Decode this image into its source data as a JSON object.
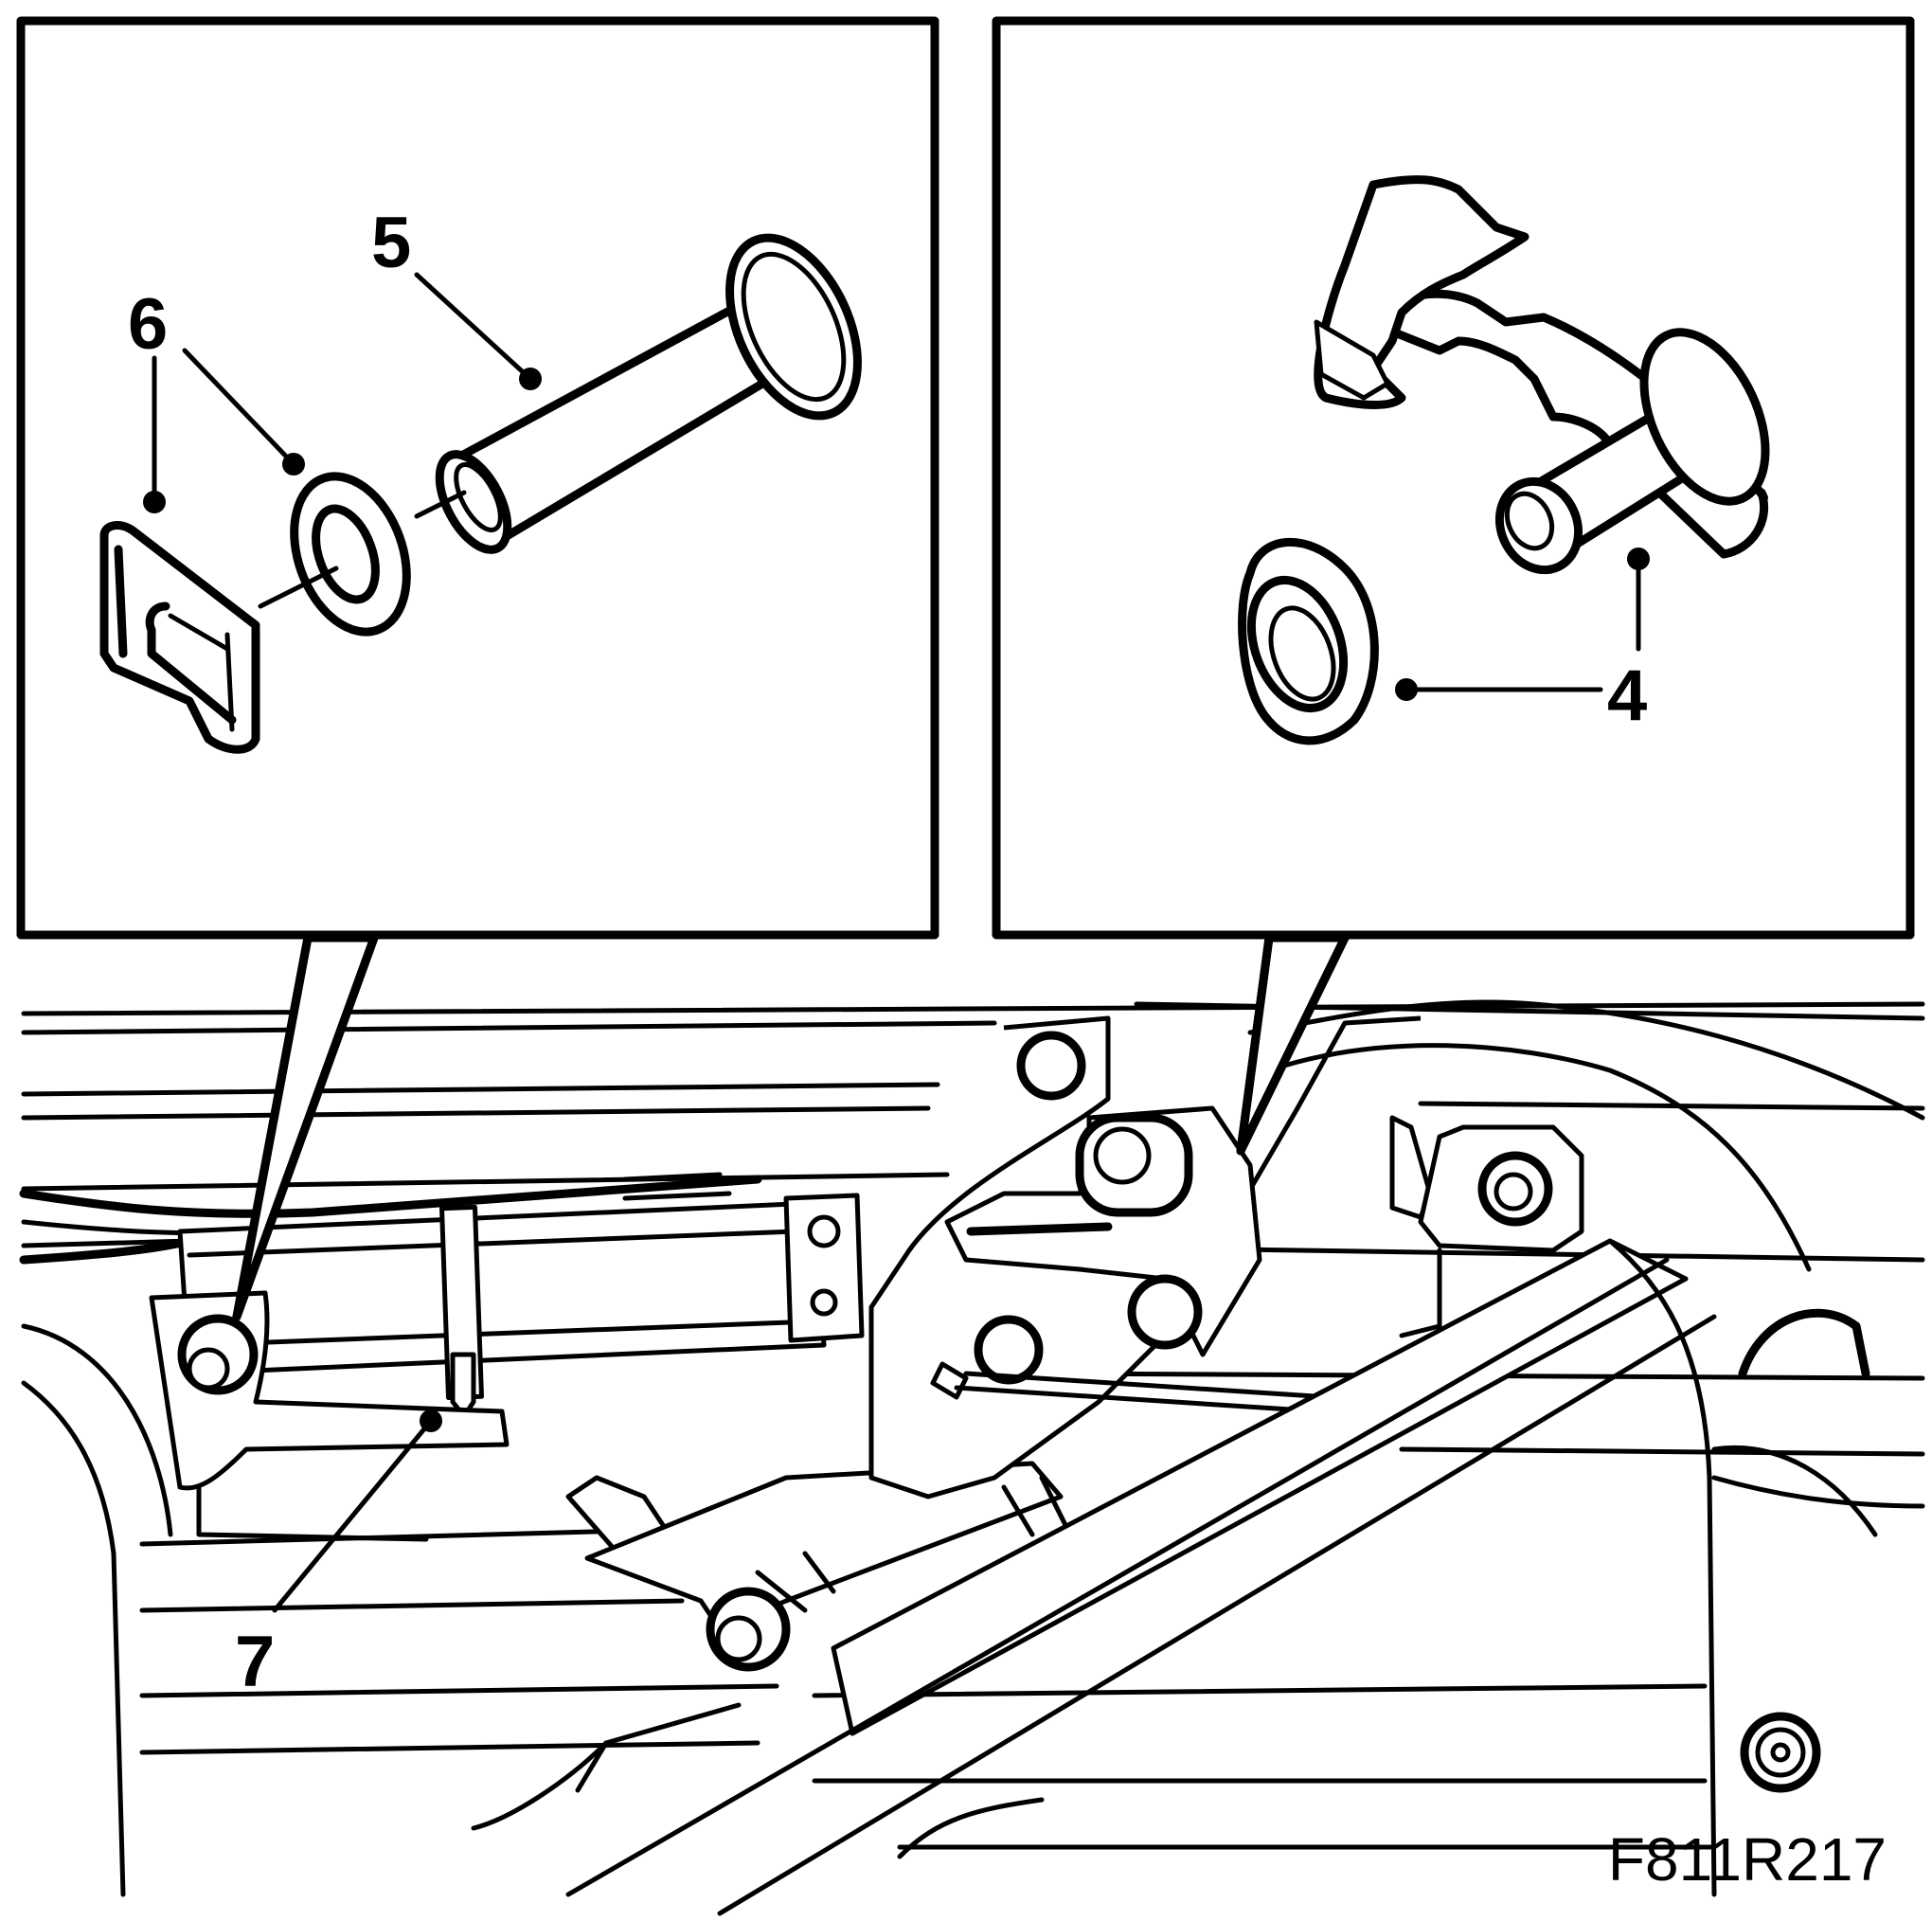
{
  "callouts": {
    "pin": "5",
    "clip": "6",
    "washer_pivot": "4",
    "actuator": "7"
  },
  "figure_code": "F811R217"
}
